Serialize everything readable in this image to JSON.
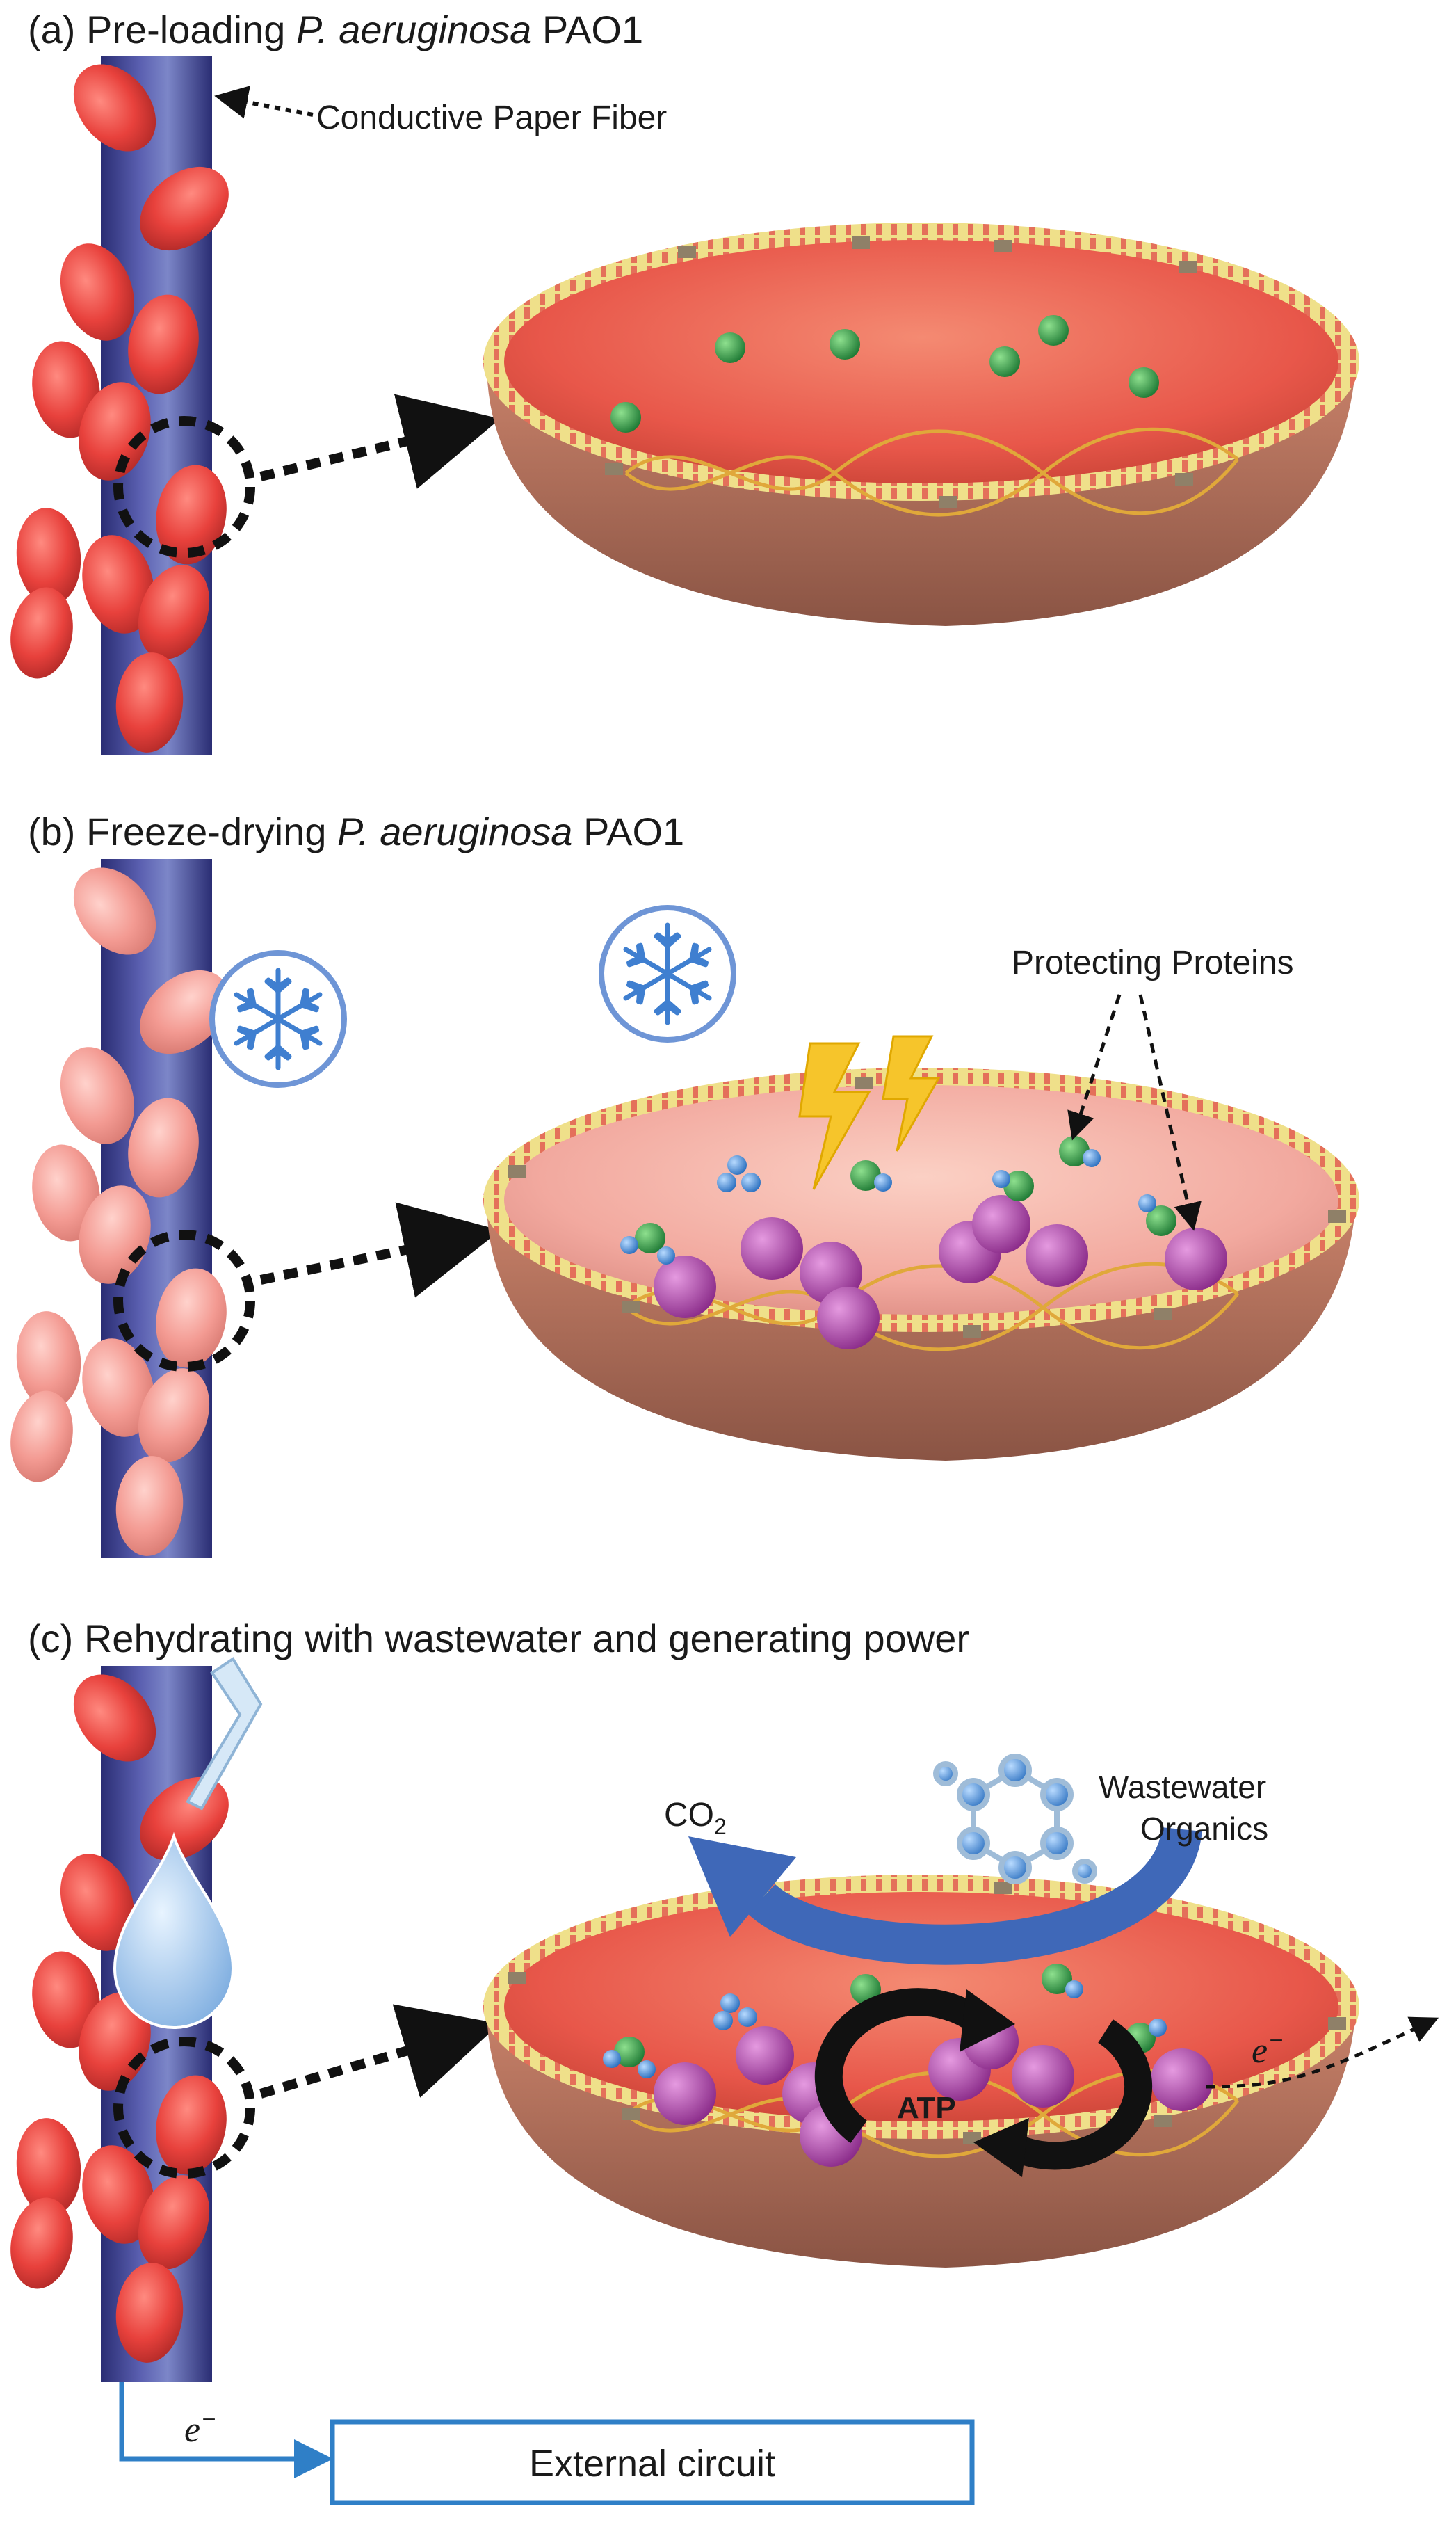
{
  "panels": [
    {
      "id": "a",
      "title_prefix": "(a) Pre-loading ",
      "title_italic": "P. aeruginosa",
      "title_suffix": " PAO1",
      "labels": {
        "fiber": "Conductive Paper Fiber"
      }
    },
    {
      "id": "b",
      "title_prefix": "(b) Freeze-drying ",
      "title_italic": "P. aeruginosa",
      "title_suffix": " PAO1",
      "labels": {
        "proteins": "Protecting Proteins"
      }
    },
    {
      "id": "c",
      "title": "(c) Rehydrating with wastewater and generating power",
      "labels": {
        "co2_base": "CO",
        "co2_sub": "2",
        "wastewater_line1": "Wastewater",
        "wastewater_line2": "Organics",
        "atp": "ATP",
        "electron_base": "e",
        "electron_sup": "−",
        "external_circuit": "External circuit"
      }
    }
  ],
  "colors": {
    "fiber": "#3b3f8f",
    "cell_active": "#e8413c",
    "cell_dried": "#f39a92",
    "interior_active": "#e8574a",
    "interior_dried": "#f2a99f",
    "shell": "#a86d5a",
    "membrane": "#e8d77a",
    "dna": "#e0a83a",
    "green_protein": "#2f9e4a",
    "purple_protein": "#b23fb0",
    "blue_protein": "#4a90d9",
    "lightning": "#f6c52b",
    "arrow_blue": "#3f68b8",
    "circuit": "#2f7fc7"
  },
  "icons": [
    "snowflake-icon",
    "lightning-icon",
    "water-drop-icon",
    "pipette-icon",
    "molecule-icon",
    "recycle-arrows-icon"
  ]
}
